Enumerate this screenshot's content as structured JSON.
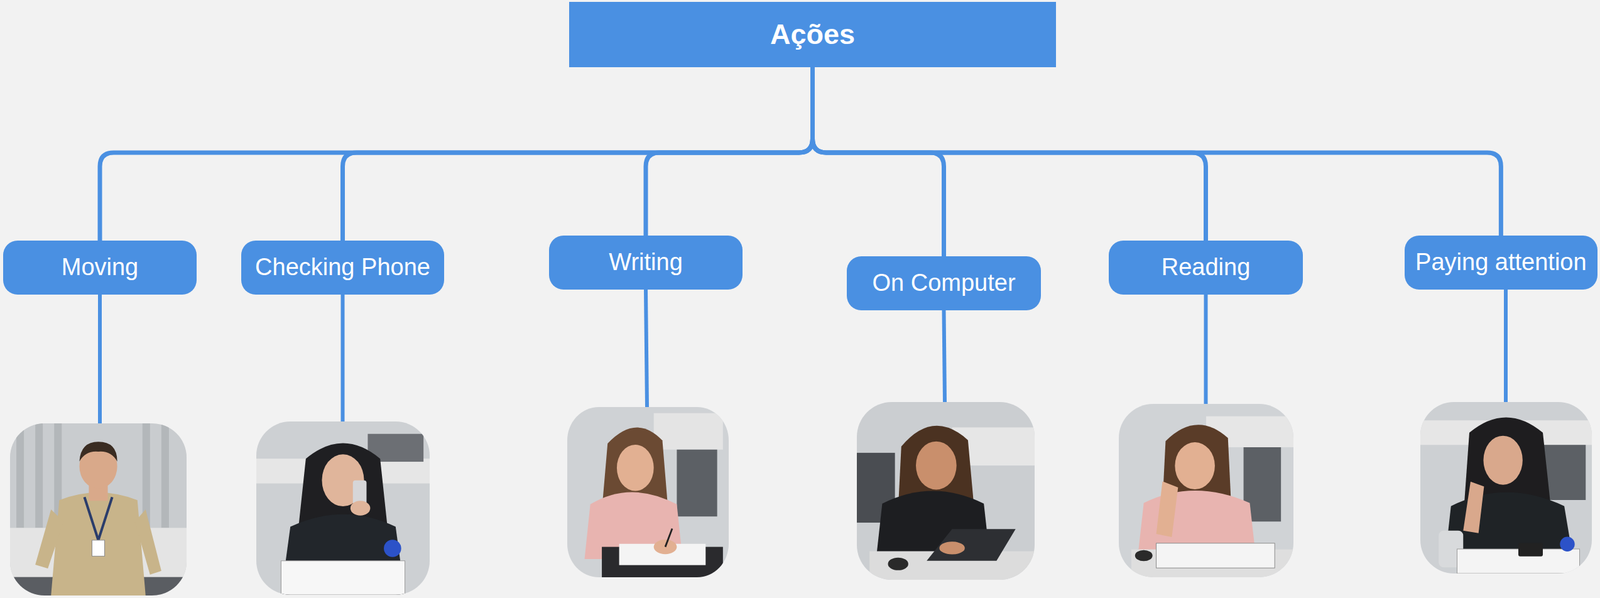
{
  "diagram": {
    "nodes": [
      {
        "text": [
          "Ações"
        ]
      },
      {
        "text": [
          "Moving"
        ]
      },
      {
        "text": [
          "Checking Phone"
        ]
      },
      {
        "text": [
          "Writing"
        ]
      },
      {
        "text": [
          "On Computer"
        ]
      },
      {
        "text": [
          "Reading"
        ]
      },
      {
        "text": [
          "Paying attention"
        ]
      }
    ],
    "edges": [
      {
        "from": 0,
        "to": 1,
        "arrow": "none"
      },
      {
        "from": 0,
        "to": 2,
        "arrow": "none"
      },
      {
        "from": 0,
        "to": 3,
        "arrow": "none"
      },
      {
        "from": 0,
        "to": 4,
        "arrow": "none"
      },
      {
        "from": 0,
        "to": 5,
        "arrow": "none"
      },
      {
        "from": 0,
        "to": 6,
        "arrow": "none"
      }
    ]
  }
}
